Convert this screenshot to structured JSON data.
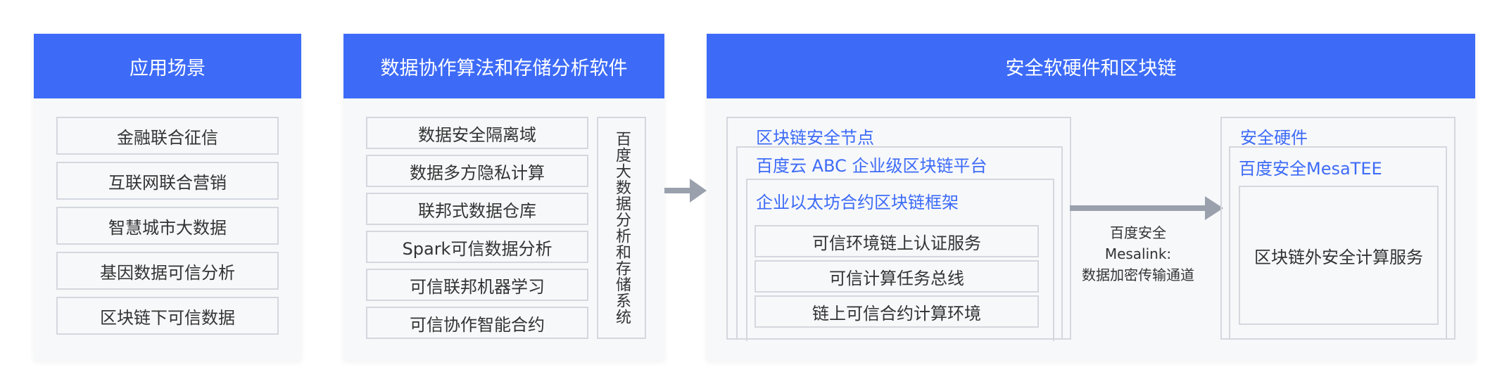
{
  "left": {
    "title": "应用场景",
    "items": [
      "金融联合征信",
      "互联网联合营销",
      "智慧城市大数据",
      "基因数据可信分析",
      "区块链下可信数据"
    ]
  },
  "middle": {
    "title": "数据协作算法和存储分析软件",
    "items": [
      "数据安全隔离域",
      "数据多方隐私计算",
      "联邦式数据仓库",
      "Spark可信数据分析",
      "可信联邦机器学习",
      "可信协作智能合约"
    ],
    "side_label": "百度大数据分析和存储系统"
  },
  "right": {
    "title": "安全软硬件和区块链",
    "node": {
      "title": "区块链安全节点",
      "platform_title": "百度云 ABC 企业级区块链平台",
      "framework_title": "企业以太坊合约区块链框架",
      "items": [
        "可信环境链上认证服务",
        "可信计算任务总线",
        "链上可信合约计算环境"
      ]
    },
    "channel": {
      "line1": "百度安全",
      "line2": "Mesalink:",
      "line3": "数据加密传输通道"
    },
    "hardware": {
      "title": "安全硬件",
      "mesatee_title": "百度安全MesaTEE",
      "service": "区块链外安全计算服务"
    }
  },
  "colors": {
    "accent": "#3d6bf7",
    "arrow": "#9aa1ad",
    "border": "#d4d7de",
    "panel_bg": "#f7f8fa"
  }
}
